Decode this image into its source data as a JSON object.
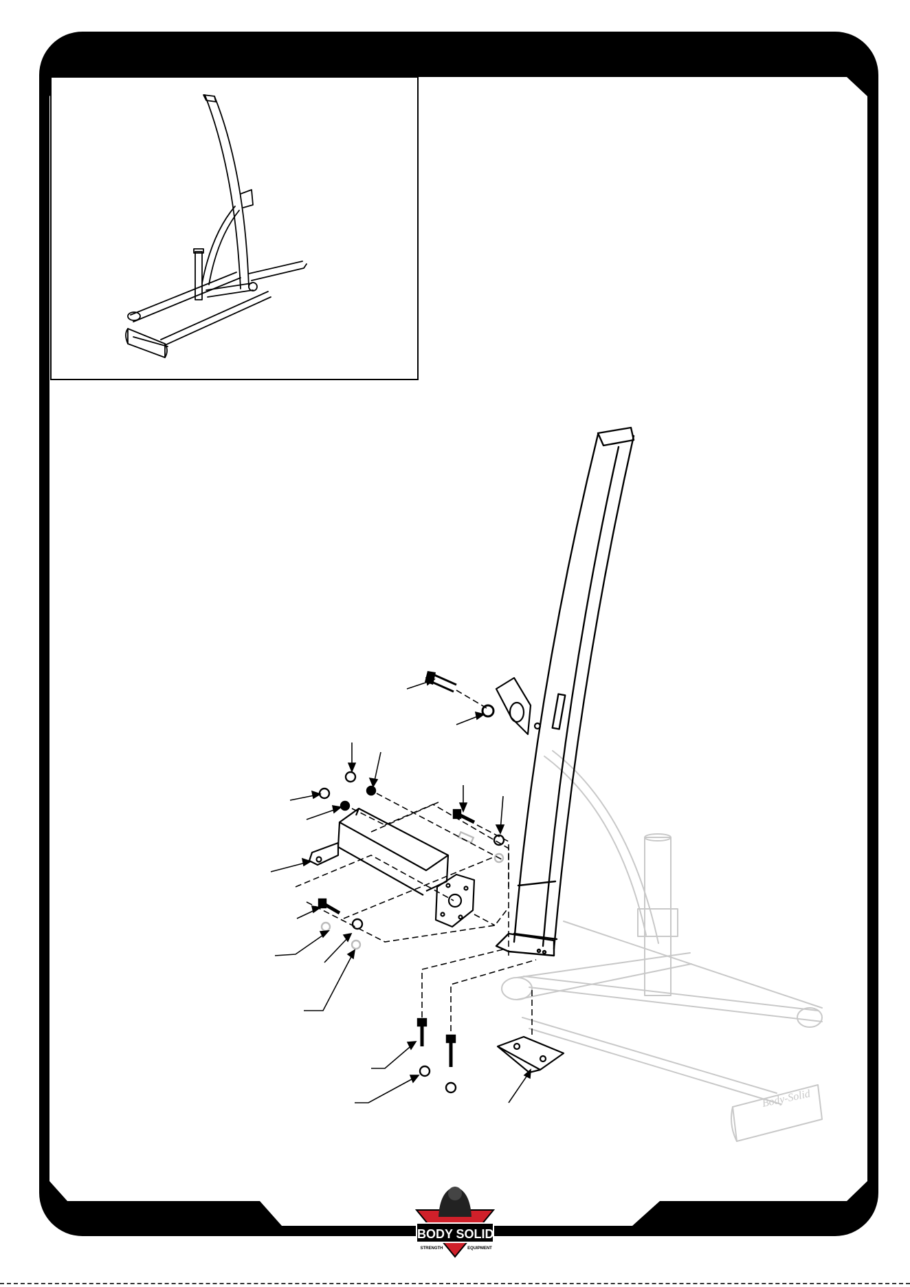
{
  "document": {
    "type": "assembly-step-page",
    "header_text": "",
    "instructions_text": ""
  },
  "inset": {
    "description_text": ""
  },
  "logo": {
    "top": "BODY",
    "bottom": "SOLID",
    "left_tag": "STRENGTH",
    "right_tag": "EQUIPMENT"
  },
  "colors": {
    "frame": "#000000",
    "background": "#ffffff",
    "ghost_parts": "#c8c8c8",
    "logo_red": "#d0202a"
  },
  "icons": [
    "body-solid-logo-icon",
    "hardware-bolt-icon",
    "hardware-washer-icon",
    "hardware-nut-icon"
  ]
}
